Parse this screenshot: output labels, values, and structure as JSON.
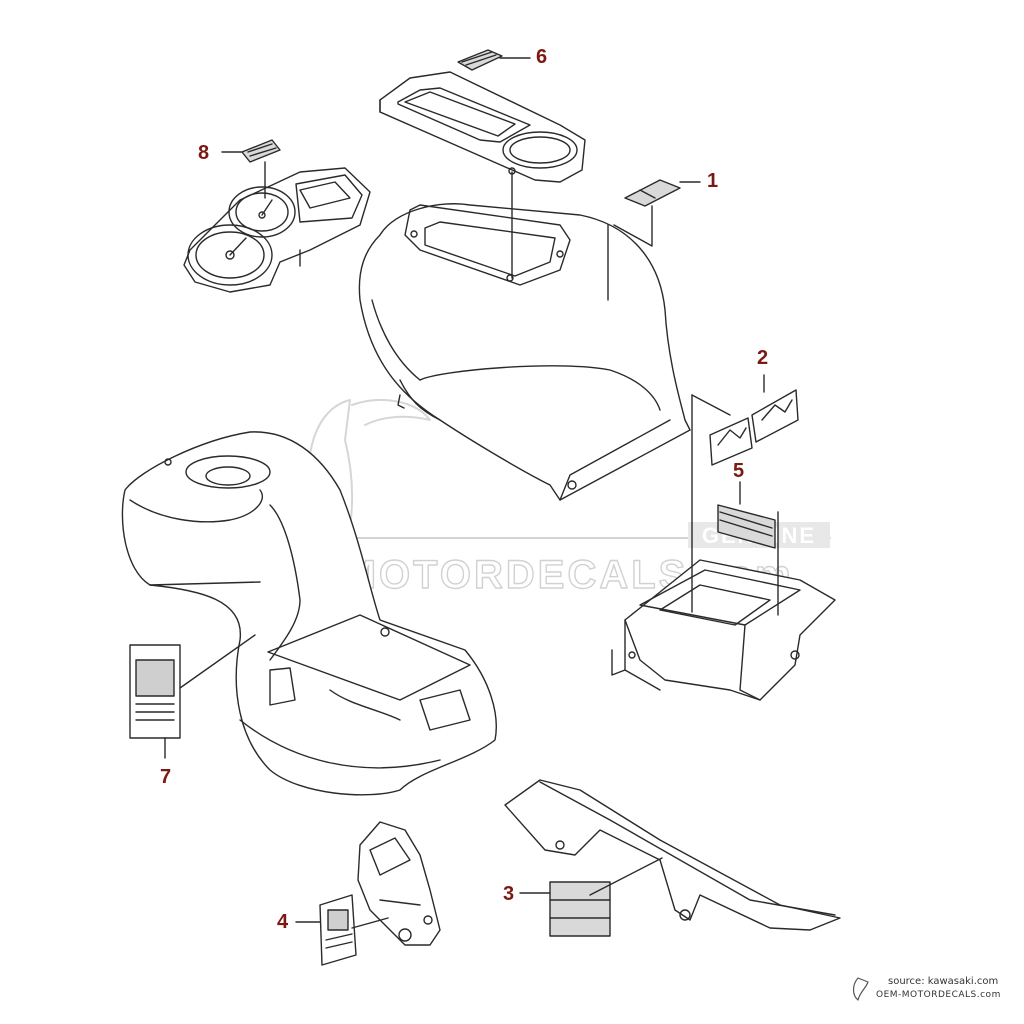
{
  "colors": {
    "line": "#2a2a2a",
    "callout": "#7a1a12",
    "watermark": "#c8c8c8",
    "decal_fill": "#d9d9d9"
  },
  "callouts": [
    {
      "id": "c1",
      "label": "1"
    },
    {
      "id": "c2",
      "label": "2"
    },
    {
      "id": "c3",
      "label": "3"
    },
    {
      "id": "c4",
      "label": "4"
    },
    {
      "id": "c5",
      "label": "5"
    },
    {
      "id": "c6",
      "label": "6"
    },
    {
      "id": "c7",
      "label": "7"
    },
    {
      "id": "c8",
      "label": "8"
    }
  ],
  "watermark": {
    "text": "OEM-MOTORDECALS.com",
    "badge": "GENUINE"
  },
  "credit": {
    "source": "source: kawasaki.com",
    "site": "OEM-MOTORDECALS.com"
  },
  "icons": [
    "flame-logo-icon"
  ]
}
